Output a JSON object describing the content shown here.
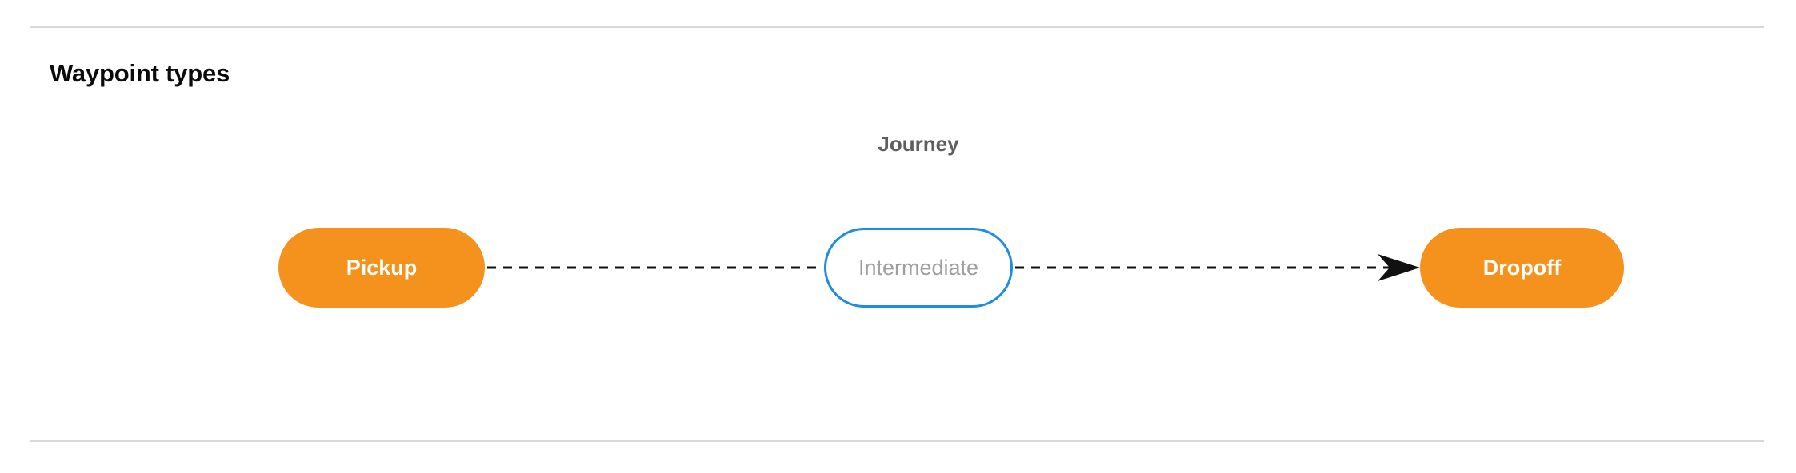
{
  "section": {
    "title": "Waypoint types"
  },
  "diagram": {
    "group_label": "Journey",
    "nodes": [
      {
        "id": "pickup",
        "label": "Pickup",
        "style": "filled",
        "fill": "#f5921e",
        "text_color": "#ffffff"
      },
      {
        "id": "intermediate",
        "label": "Intermediate",
        "style": "outline",
        "fill": "#ffffff",
        "border_color": "#1e8ce0",
        "text_color": "#9e9e9e"
      },
      {
        "id": "dropoff",
        "label": "Dropoff",
        "style": "filled",
        "fill": "#f5921e",
        "text_color": "#ffffff"
      }
    ],
    "edges": [
      {
        "from": "pickup",
        "to": "intermediate",
        "style": "dashed",
        "arrowhead": false,
        "color": "#111111"
      },
      {
        "from": "intermediate",
        "to": "dropoff",
        "style": "dashed",
        "arrowhead": true,
        "color": "#111111"
      }
    ]
  },
  "colors": {
    "accent_orange": "#f5921e",
    "accent_blue": "#1e8ce0",
    "divider": "#d9d9d9",
    "muted_text": "#9e9e9e",
    "label_text": "#5e5e5e"
  }
}
